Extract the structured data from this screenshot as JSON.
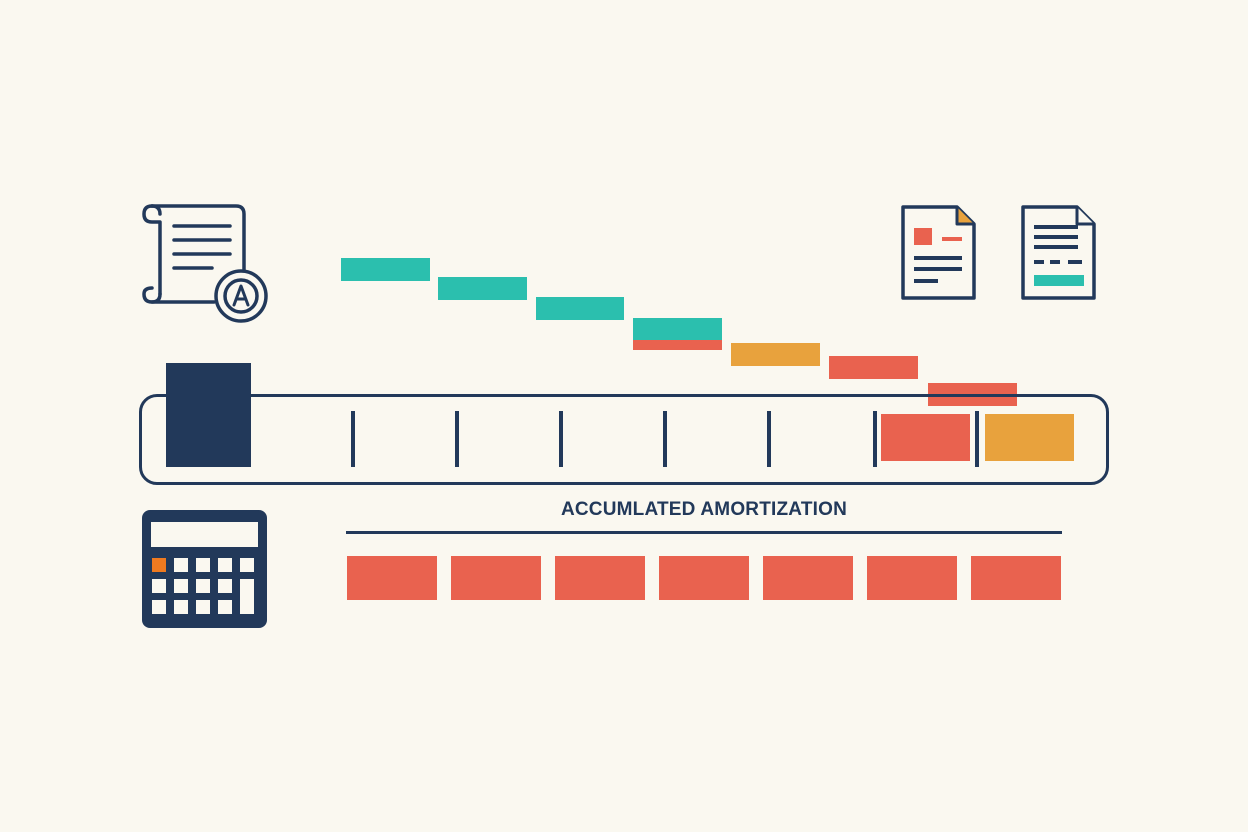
{
  "caption": "ACCUMLATED AMORTIZATION",
  "icons": {
    "contract": "contract-scroll-icon",
    "seal": "seal-icon",
    "calculator": "calculator-icon",
    "document_a": "document-icon",
    "document_b": "ledger-document-icon"
  },
  "colors": {
    "background": "#faf8f0",
    "navy": "#22395a",
    "teal": "#2bbfae",
    "coral": "#e9624f",
    "orange": "#e8a23d"
  },
  "schedule": {
    "steps": [
      "teal",
      "teal",
      "teal",
      "teal",
      "orange",
      "coral",
      "coral"
    ],
    "timeline_cells": [
      "navy-bar",
      "tick",
      "tick",
      "tick",
      "tick",
      "tick",
      "coral",
      "orange"
    ],
    "accumulated_blocks": [
      "coral",
      "coral",
      "coral",
      "coral",
      "coral",
      "coral",
      "coral"
    ]
  }
}
